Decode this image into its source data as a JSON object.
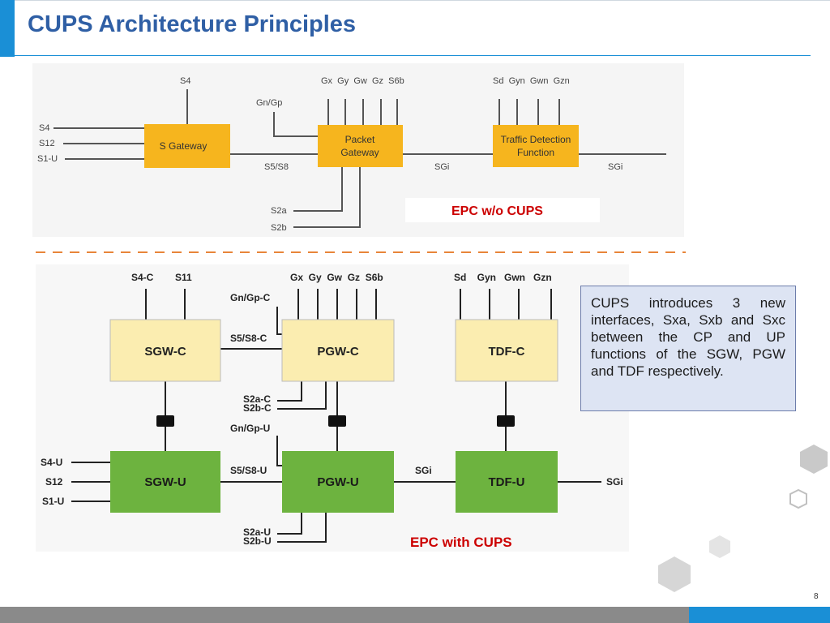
{
  "title": "CUPS Architecture Principles",
  "page_number": "8",
  "callout_text": "CUPS introduces 3 new interfaces, Sxa, Sxb and Sxc between the CP and UP functions of the SGW, PGW and TDF respectively.",
  "colors": {
    "title": "#2f5fa5",
    "accent": "#1a8fd6",
    "top_box": "#f6b51e",
    "cp_box": "#fbedb0",
    "up_box": "#6db33f",
    "red_label": "#cc0000",
    "dash": "#e8853a",
    "callout_bg": "#dde4f3"
  },
  "top_diagram": {
    "caption": "EPC w/o CUPS",
    "boxes": {
      "sgw": "S Gateway",
      "pgw_line1": "Packet",
      "pgw_line2": "Gateway",
      "tdf_line1": "Traffic Detection",
      "tdf_line2": "Function"
    },
    "labels": {
      "s4_top": "S4",
      "left_s4": "S4",
      "left_s12": "S12",
      "left_s1u": "S1-U",
      "gngp": "Gn/Gp",
      "s5s8": "S5/S8",
      "pgw_top": "Gx  Gy  Gw  Gz  S6b",
      "tdf_top": "Sd  Gyn  Gwn  Gzn",
      "sgi_1": "SGi",
      "sgi_2": "SGi",
      "s2a": "S2a",
      "s2b": "S2b"
    }
  },
  "bottom_diagram": {
    "caption": "EPC with CUPS",
    "boxes": {
      "sgwc": "SGW-C",
      "pgwc": "PGW-C",
      "tdfc": "TDF-C",
      "sgwu": "SGW-U",
      "pgwu": "PGW-U",
      "tdfu": "TDF-U"
    },
    "labels": {
      "s4c": "S4-C",
      "s11": "S11",
      "gngpc": "Gn/Gp-C",
      "s5s8c": "S5/S8-C",
      "pgwc_top": "Gx  Gy  Gw  Gz  S6b",
      "tdfc_top": "Sd    Gyn   Gwn   Gzn",
      "s2ac": "S2a-C",
      "s2bc": "S2b-C",
      "gngpu": "Gn/Gp-U",
      "s4u": "S4-U",
      "s12": "S12",
      "s1u": "S1-U",
      "s5s8u": "S5/S8-U",
      "sgi_1": "SGi",
      "sgi_2": "SGi",
      "s2au": "S2a-U",
      "s2bu": "S2b-U"
    }
  }
}
